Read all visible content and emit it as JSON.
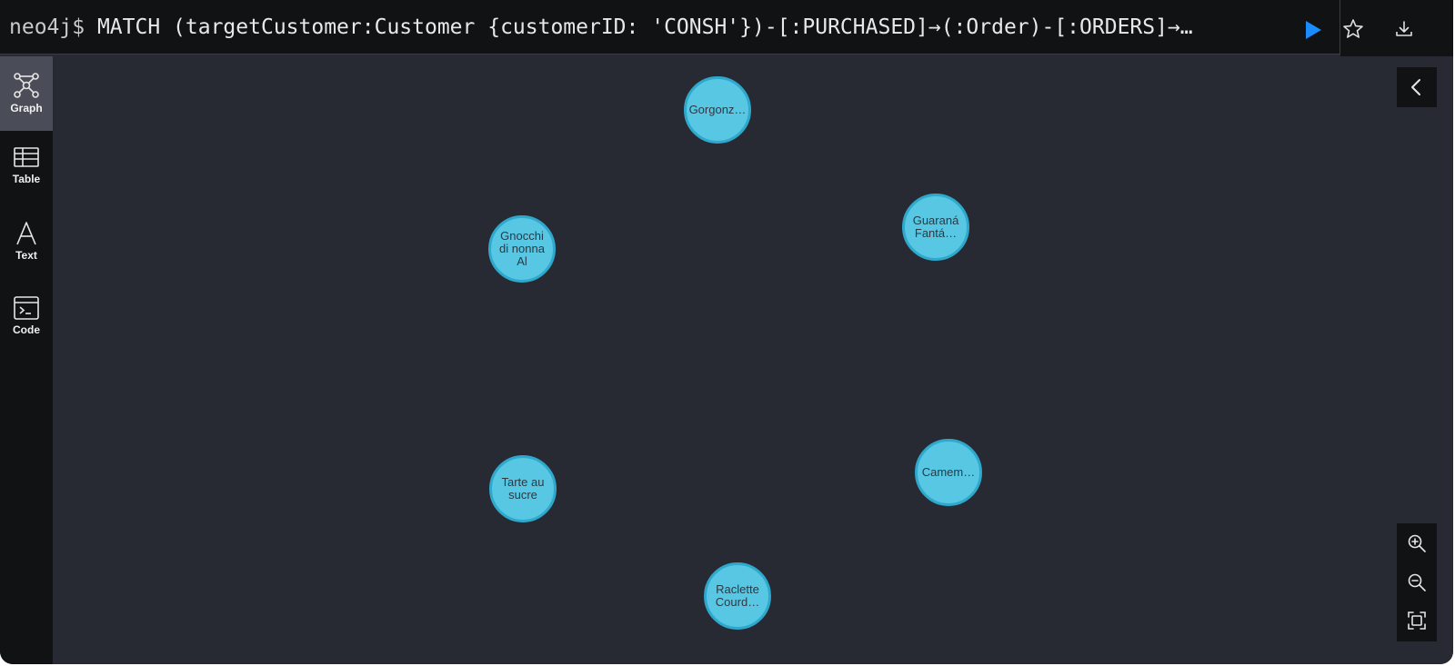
{
  "query": {
    "prompt": "neo4j$",
    "text": "MATCH (targetCustomer:Customer {customerID: 'CONSH'})-[:PURCHASED]→(:Order)-[:ORDERS]→…"
  },
  "toolbar": {
    "run_icon": "play-icon",
    "favorite_icon": "star-icon",
    "download_icon": "download-icon"
  },
  "sidebar": {
    "items": [
      {
        "label": "Graph",
        "icon": "graph-icon",
        "active": true
      },
      {
        "label": "Table",
        "icon": "table-icon",
        "active": false
      },
      {
        "label": "Text",
        "icon": "text-icon",
        "active": false
      },
      {
        "label": "Code",
        "icon": "code-icon",
        "active": false
      }
    ]
  },
  "graph": {
    "nodes": [
      {
        "label": "Gorgonz…"
      },
      {
        "label": "Guaraná Fantá…"
      },
      {
        "label": "Gnocchi di nonna Al"
      },
      {
        "label": "Tarte au sucre"
      },
      {
        "label": "Camem…"
      },
      {
        "label": "Raclette Courd…"
      }
    ]
  },
  "colors": {
    "node_fill": "#57c7e3",
    "node_border": "#2ea8cc",
    "run_accent": "#1a8cff",
    "background": "#272a32"
  }
}
